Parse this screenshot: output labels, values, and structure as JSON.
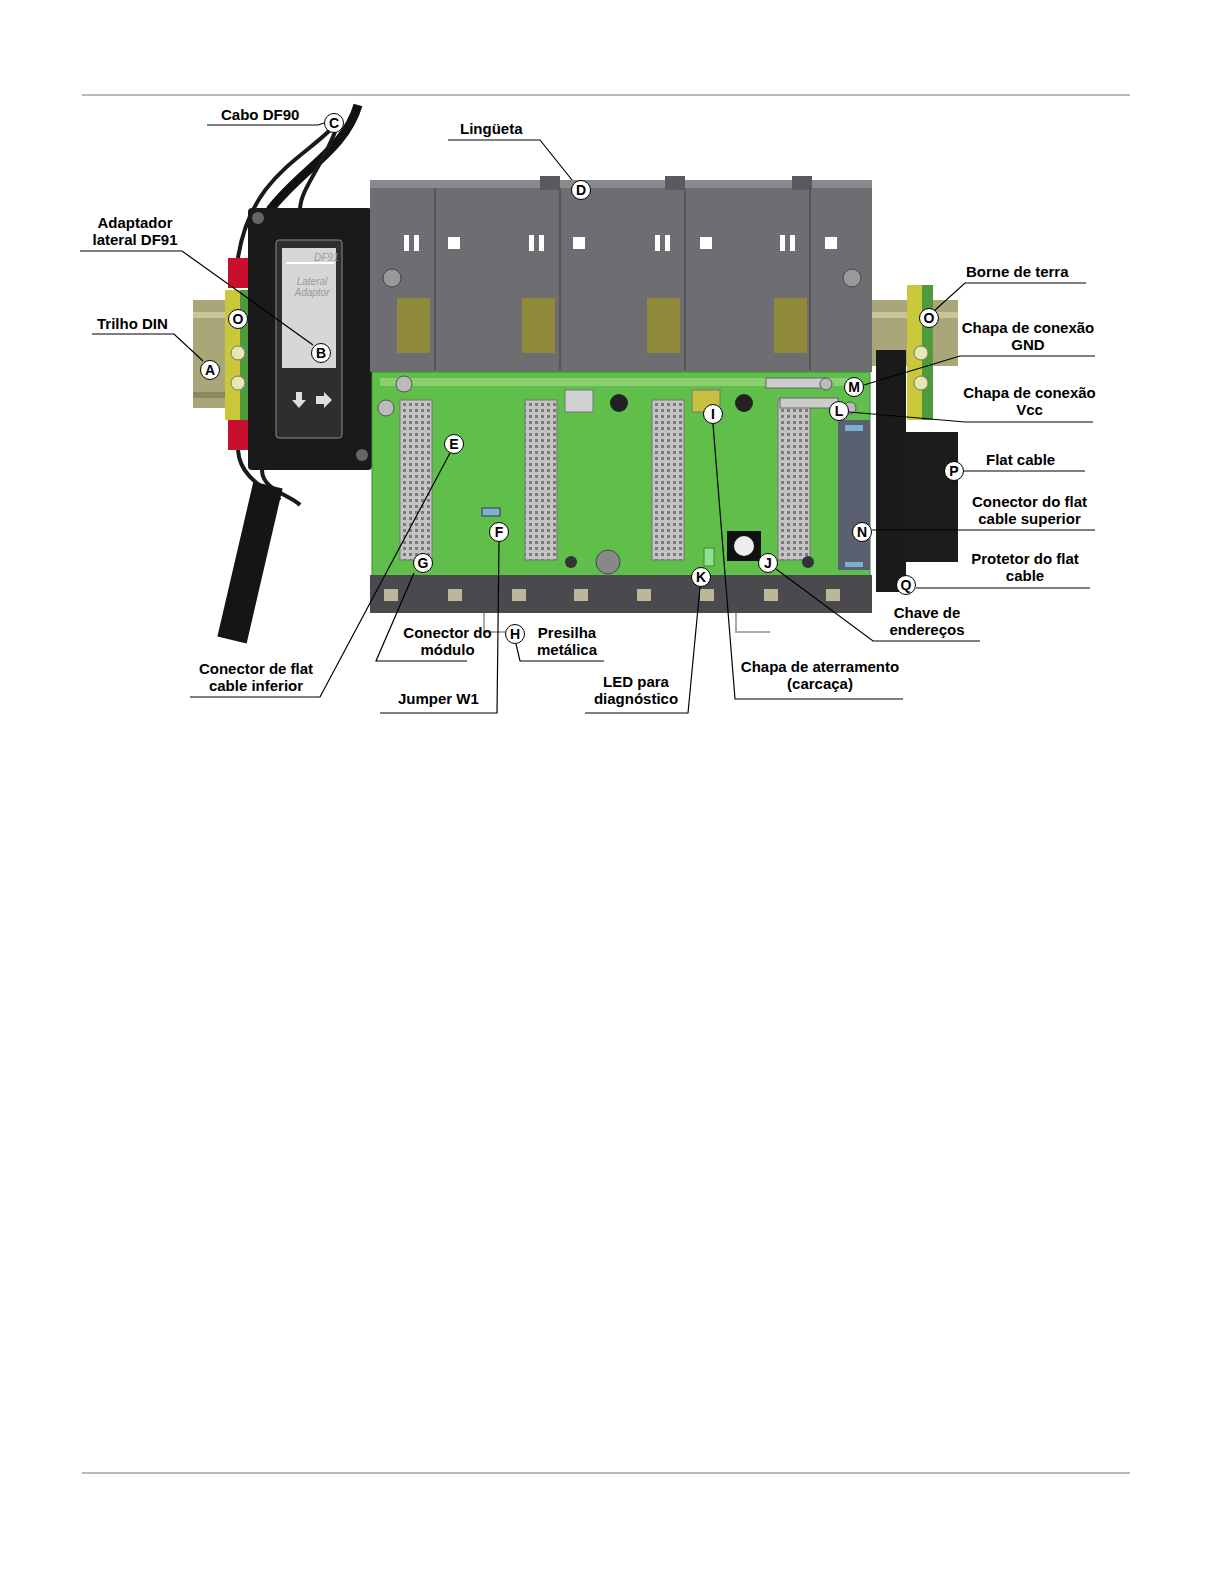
{
  "diagram": {
    "nodes": [
      {
        "text": [
          "C"
        ]
      },
      {
        "text": [
          "D"
        ]
      },
      {
        "text": [
          "B"
        ]
      },
      {
        "text": [
          "O"
        ]
      },
      {
        "text": [
          "O"
        ]
      },
      {
        "text": [
          "A"
        ]
      },
      {
        "text": [
          "M"
        ]
      },
      {
        "text": [
          "L"
        ]
      },
      {
        "text": [
          "I"
        ]
      },
      {
        "text": [
          "E"
        ]
      },
      {
        "text": [
          "P"
        ]
      },
      {
        "text": [
          "F"
        ]
      },
      {
        "text": [
          "N"
        ]
      },
      {
        "text": [
          "G"
        ]
      },
      {
        "text": [
          "J"
        ]
      },
      {
        "text": [
          "K"
        ]
      },
      {
        "text": [
          "Q"
        ]
      },
      {
        "text": [
          "H"
        ]
      }
    ],
    "labels": [
      "Cabo DF90",
      "Lingüeta",
      "Adaptador lateral DF91",
      "Trilho DIN",
      "Borne de terra",
      "Chapa de conexão GND",
      "Chapa de conexão Vcc",
      "Flat cable",
      "Conector do flat cable superior",
      "Protetor do flat cable",
      "Chave de endereços",
      "Conector do módulo",
      "Presilha metálica",
      "Conector de flat cable inferior",
      "Chapa de aterramento (carcaça)",
      "Jumper W1",
      "LED para diagnóstico",
      "DF91",
      "Lateral Adaptor"
    ]
  }
}
